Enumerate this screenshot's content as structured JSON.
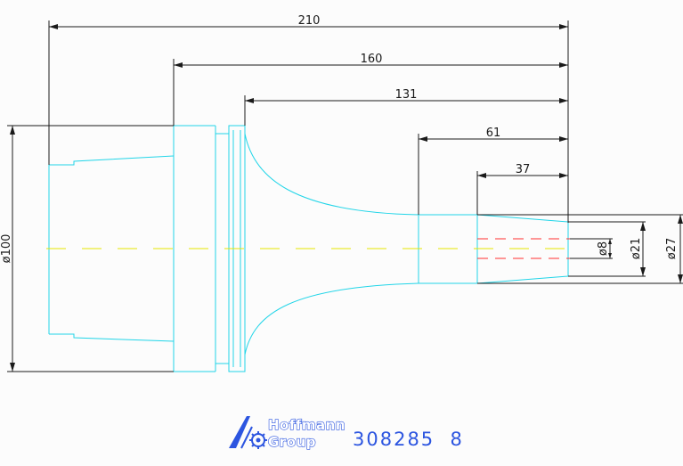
{
  "drawing": {
    "dimensions": {
      "total_length": "210",
      "length_160": "160",
      "length_131": "131",
      "length_61": "61",
      "length_37": "37",
      "diameter_100": "ø100",
      "diameter_8": "ø8",
      "diameter_21": "ø21",
      "diameter_27": "ø27"
    },
    "colors": {
      "outline": "#22d5e8",
      "centerline": "#e6e600",
      "bore": "#ff3030",
      "dimension": "#1a1a1a",
      "brand": "#2c55e0"
    }
  },
  "footer": {
    "brand_line1": "Hoffmann",
    "brand_line2": "Group",
    "part_number": "308285  8",
    "logo_icon": "hoffmann-group-logo-icon"
  }
}
